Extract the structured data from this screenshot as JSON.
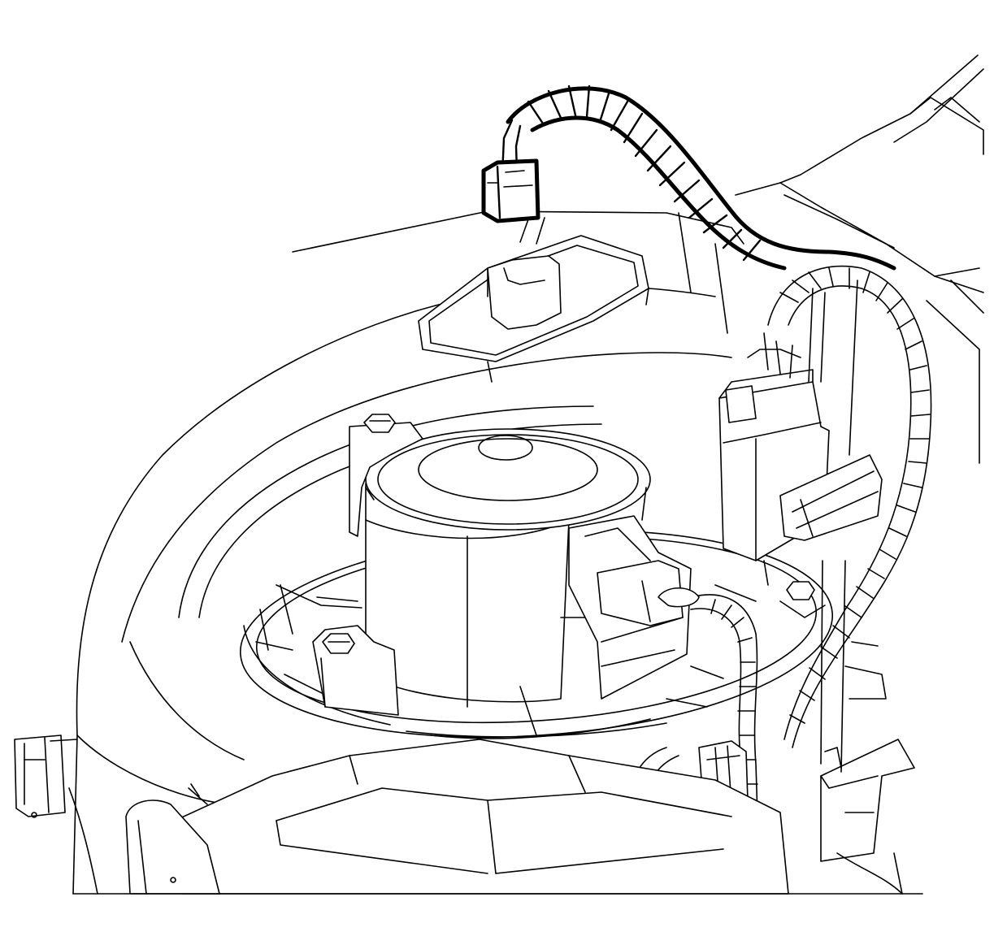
{
  "colors": {
    "background": "#ffffff",
    "ink": "#000000"
  },
  "parts": [
    {
      "name": "blower-motor-housing",
      "icon": "housing-outline"
    },
    {
      "name": "blower-motor",
      "icon": "motor-can"
    },
    {
      "name": "blower-wheel",
      "icon": "fan-wheel"
    },
    {
      "name": "motor-mounting-bolts",
      "icon": "hex-bolt"
    },
    {
      "name": "resistor-module",
      "icon": "resistor-plate"
    },
    {
      "name": "harness-connector-disconnected",
      "icon": "connector-plug"
    },
    {
      "name": "wiring-harness-highlighted",
      "icon": "conduit"
    },
    {
      "name": "side-harness-connector",
      "icon": "connector-plug"
    },
    {
      "name": "lower-harness-connector",
      "icon": "connector-plug"
    }
  ]
}
